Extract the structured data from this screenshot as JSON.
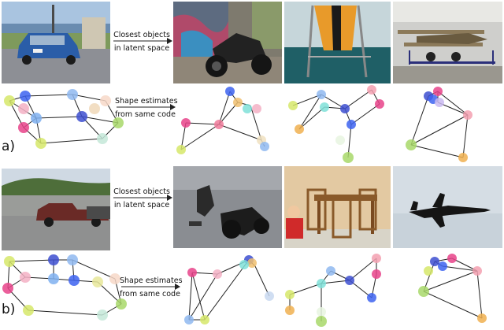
{
  "rows": [
    {
      "label": "a)",
      "arrow_top": [
        "Closest objects",
        "in latent space"
      ],
      "arrow_bottom": [
        "Shape estimates",
        "from same code"
      ],
      "photos": [
        "car",
        "motorcycle",
        "deck-chair",
        "biplane"
      ]
    },
    {
      "label": "b)",
      "arrow_top": [
        "Closest objects",
        "in latent space"
      ],
      "arrow_bottom": [
        "Shape estimates",
        "from same code"
      ],
      "photos": [
        "pickup-truck",
        "motorcycle-crash",
        "dining-table-child",
        "fighter-jet"
      ]
    }
  ],
  "colors": {
    "node_palette": [
      "#d6e86a",
      "#3d63f0",
      "#7fe0d8",
      "#e8438a",
      "#f3b0c4",
      "#a8d86a",
      "#f0c070",
      "#c9b8f0",
      "#8fb8f0"
    ]
  }
}
